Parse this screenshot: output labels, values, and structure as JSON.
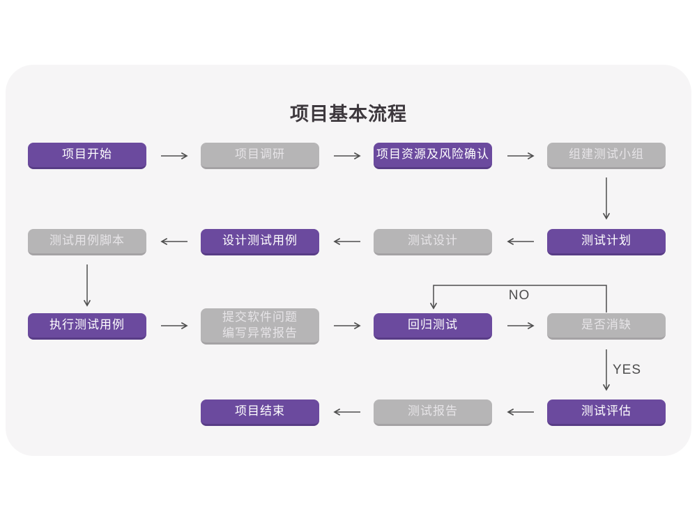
{
  "title": "项目基本流程",
  "labels": {
    "no": "NO",
    "yes": "YES"
  },
  "colors": {
    "purple": "#6b4a9e",
    "purple-dark": "#583c86",
    "gray": "#b6b5b6",
    "gray-dark": "#a4a2a4",
    "card-bg": "#f6f5f6",
    "arrow": "#4d4d4d",
    "title-color": "#3d383d",
    "purple-text": "#ffffff",
    "gray-text": "#e6e4e7"
  },
  "nodes": [
    {
      "id": "project-start",
      "label": "项目开始",
      "variant": "purple"
    },
    {
      "id": "project-research",
      "label": "项目调研",
      "variant": "gray"
    },
    {
      "id": "resources-risk",
      "label": "项目资源及风险确认",
      "variant": "purple"
    },
    {
      "id": "build-team",
      "label": "组建测试小组",
      "variant": "gray"
    },
    {
      "id": "test-plan",
      "label": "测试计划",
      "variant": "purple"
    },
    {
      "id": "test-design",
      "label": "测试设计",
      "variant": "gray"
    },
    {
      "id": "design-cases",
      "label": "设计测试用例",
      "variant": "purple"
    },
    {
      "id": "case-script",
      "label": "测试用例脚本",
      "variant": "gray"
    },
    {
      "id": "execute-cases",
      "label": "执行测试用例",
      "variant": "purple"
    },
    {
      "id": "submit-issues",
      "label": "提交软件问题\n编写异常报告",
      "variant": "gray"
    },
    {
      "id": "regression-test",
      "label": "回归测试",
      "variant": "purple"
    },
    {
      "id": "defect-cleared",
      "label": "是否消缺",
      "variant": "gray"
    },
    {
      "id": "test-evaluation",
      "label": "测试评估",
      "variant": "purple"
    },
    {
      "id": "test-report",
      "label": "测试报告",
      "variant": "gray"
    },
    {
      "id": "project-end",
      "label": "项目结束",
      "variant": "purple"
    }
  ]
}
